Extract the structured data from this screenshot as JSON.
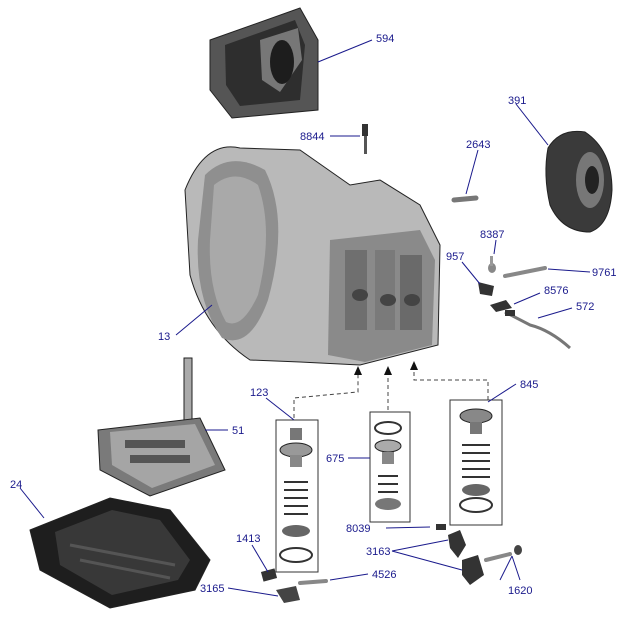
{
  "colors": {
    "label": "#1a1a8c",
    "metal_light": "#c8c8c8",
    "metal_mid": "#9a9a9a",
    "metal_dark": "#4a4a4a",
    "pan": "#1e1e1e"
  },
  "labels": {
    "p594": "594",
    "p391": "391",
    "p8844": "8844",
    "p2643": "2643",
    "p8387": "8387",
    "p957": "957",
    "p9761": "9761",
    "p8576": "8576",
    "p572": "572",
    "p13": "13",
    "p123": "123",
    "p845": "845",
    "p51": "51",
    "p675": "675",
    "p24": "24",
    "p8039": "8039",
    "p1413": "1413",
    "p3163": "3163",
    "p3165": "3165",
    "p4526": "4526",
    "p1620": "1620"
  }
}
